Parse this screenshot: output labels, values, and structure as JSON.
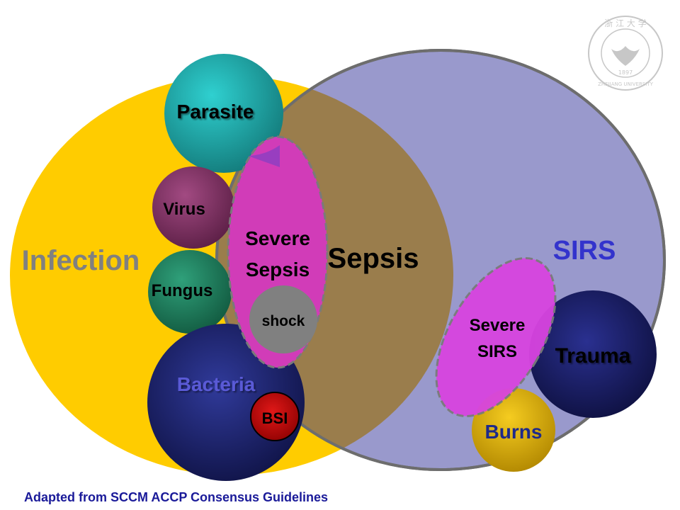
{
  "diagram": {
    "labels": {
      "infection": "Infection",
      "sirs": "SIRS",
      "sepsis": "Sepsis",
      "parasite": "Parasite",
      "virus": "Virus",
      "fungus": "Fungus",
      "bacteria": "Bacteria",
      "bsi": "BSI",
      "severe_sepsis_line1": "Severe",
      "severe_sepsis_line2": "Sepsis",
      "shock": "shock",
      "severe_sirs_line1": "Severe",
      "severe_sirs_line2": "SIRS",
      "trauma": "Trauma",
      "burns": "Burns"
    },
    "colors": {
      "infection": "#ffcc00",
      "sirs": "#9999cc",
      "overlap": "#9a7d4c",
      "parasite": "#1a9a9a",
      "virus": "#7a2c5e",
      "fungus": "#1f7a5a",
      "bacteria": "#1c1f66",
      "bsi": "#c00000",
      "severe_sepsis": "#d13cb8",
      "shock": "#808080",
      "severe_sirs": "#d844e0",
      "trauma": "#161a55",
      "burns": "#d6a800",
      "sirs_text": "#3333cc",
      "footer_text": "#1a1a99"
    }
  },
  "logo": {
    "text_top": "浙 江 大 学",
    "year": "1897",
    "text_bottom": "ZHEJIANG UNIVERSITY"
  },
  "footer": {
    "text": "Adapted from SCCM ACCP Consensus Guidelines"
  }
}
